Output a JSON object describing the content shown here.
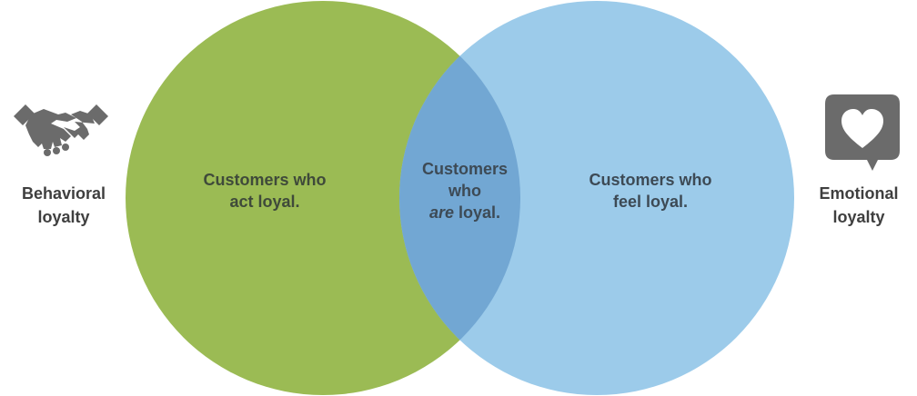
{
  "colors": {
    "left_circle": "#9bbb54",
    "right_circle": "#9ccbea",
    "overlap": "#72a7d3",
    "icon": "#6b6b6b",
    "text": "#3f3f3f"
  },
  "left_side": {
    "icon": "handshake-icon",
    "label_line1": "Behavioral",
    "label_line2": "loyalty"
  },
  "right_side": {
    "icon": "speech-bubble-heart-icon",
    "label_line1": "Emotional",
    "label_line2": "loyalty"
  },
  "regions": {
    "left": {
      "line1": "Customers who",
      "line2": "act loyal."
    },
    "center": {
      "line1": "Customers",
      "line2": "who",
      "line3_emphasis": "are",
      "line3_rest": " loyal."
    },
    "right": {
      "line1": "Customers who",
      "line2": "feel loyal."
    }
  }
}
